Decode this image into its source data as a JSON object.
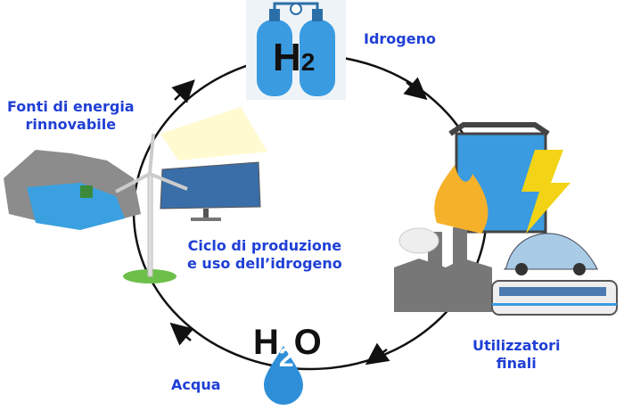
{
  "labels": {
    "hydrogen": "Idrogeno",
    "renewables_line1": "Fonti di energia",
    "renewables_line2": "rinnovabile",
    "cycle_line1": "Ciclo di produzione",
    "cycle_line2": "e uso dell’idrogeno",
    "end_users_line1": "Utilizzatori",
    "end_users_line2": "finali",
    "water": "Acqua"
  },
  "formulas": {
    "h2_main": "H",
    "h2_sub": "2",
    "h2o_h": "H",
    "h2o_sub": "2",
    "h2o_o": "O"
  },
  "colors": {
    "label": "#1f3fd6",
    "hydrogen_tank": "#3a9be0",
    "water_drop": "#2e8fd8",
    "flame": "#f5b12a",
    "bolt": "#f2d316"
  }
}
